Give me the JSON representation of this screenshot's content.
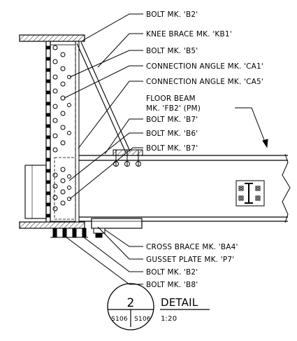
{
  "labels": {
    "bolt_b2_top": "BOLT MK. 'B2'",
    "knee_brace": "KNEE BRACE MK. 'KB1'",
    "bolt_b5": "BOLT MK. 'B5'",
    "conn_angle_ca1": "CONNECTION ANGLE MK. 'CA1'",
    "conn_angle_ca5": "CONNECTION ANGLE MK. 'CA5'",
    "floor_beam_line1": "FLOOR BEAM",
    "floor_beam_line2": "MK. 'FB2' (PM)",
    "bolt_b7_upper": "BOLT MK. 'B7'",
    "bolt_b6": "BOLT MK. 'B6'",
    "bolt_b7_lower": "BOLT MK. 'B7'",
    "cross_brace": "CROSS BRACE MK. 'BA4'",
    "gusset_plate": "GUSSET PLATE MK. 'P7'",
    "bolt_b2_bottom": "BOLT MK. 'B2'",
    "bolt_b8": "BOLT MK. 'B8'"
  },
  "detail": {
    "number": "2",
    "title": "DETAIL",
    "sheet_left": "S106",
    "sheet_right": "S106",
    "scale": "1:20"
  }
}
